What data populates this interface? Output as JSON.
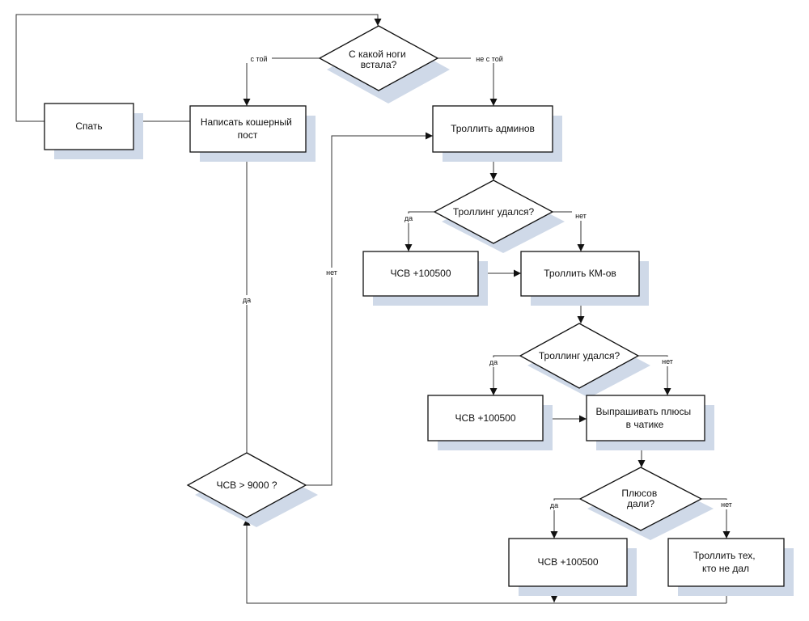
{
  "nodes": {
    "start_decision": {
      "label": [
        "С какой ноги",
        "встала?"
      ]
    },
    "sleep": {
      "label": [
        "Спать"
      ]
    },
    "write_post": {
      "label": [
        "Написать кошерный",
        "пост"
      ]
    },
    "troll_admins": {
      "label": [
        "Троллить админов"
      ]
    },
    "decision_trolling_1": {
      "label": [
        "Троллинг удался?"
      ]
    },
    "csv_1": {
      "label": [
        "ЧСВ +100500"
      ]
    },
    "troll_km": {
      "label": [
        "Троллить КМ-ов"
      ]
    },
    "decision_trolling_2": {
      "label": [
        "Троллинг удался?"
      ]
    },
    "csv_2": {
      "label": [
        "ЧСВ +100500"
      ]
    },
    "beg_pluses": {
      "label": [
        "Выпрашивать плюсы",
        "в чатике"
      ]
    },
    "decision_pluses": {
      "label": [
        "Плюсов",
        "дали?"
      ]
    },
    "csv_3": {
      "label": [
        "ЧСВ +100500"
      ]
    },
    "troll_those": {
      "label": [
        "Троллить тех,",
        "кто не дал"
      ]
    },
    "decision_csv": {
      "label": [
        "ЧСВ > 9000 ?"
      ]
    }
  },
  "edge_labels": {
    "start_yes": "с той",
    "start_no": "не с той",
    "trolling1_yes": "да",
    "trolling1_no": "нет",
    "trolling2_yes": "да",
    "trolling2_no": "нет",
    "pluses_yes": "да",
    "pluses_no": "нет",
    "csv_yes": "да",
    "csv_no": "нет"
  },
  "colors": {
    "shadow": "#cfd9e8",
    "stroke": "#111111",
    "edge": "#333333"
  }
}
